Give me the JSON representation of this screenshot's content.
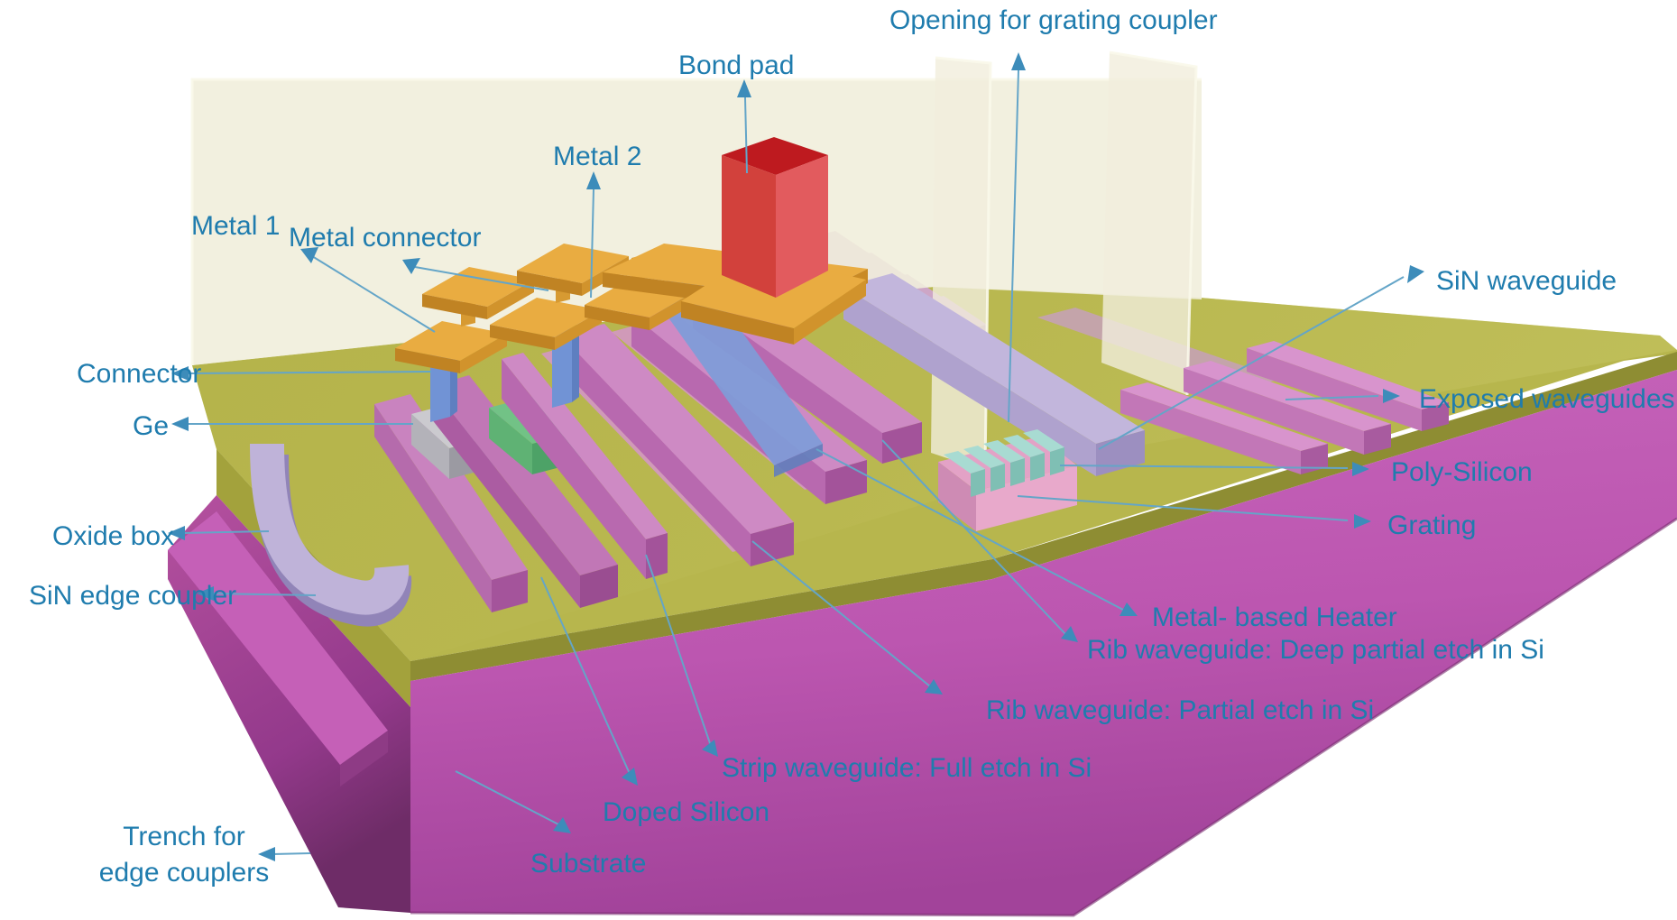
{
  "labels": {
    "opening_for_grating_coupler": "Opening for grating coupler",
    "bond_pad": "Bond pad",
    "metal_2": "Metal 2",
    "metal_connector": "Metal connector",
    "metal_1": "Metal 1",
    "connector": "Connector",
    "ge": "Ge",
    "oxide_box": "Oxide box",
    "sin_edge_coupler": "SiN edge coupler",
    "trench_line1": "Trench for",
    "trench_line2": "edge couplers",
    "substrate": "Substrate",
    "doped_silicon": "Doped Silicon",
    "strip_waveguide": "Strip waveguide: Full etch in Si",
    "rib_waveguide_partial": "Rib waveguide: Partial etch in Si",
    "rib_waveguide_deep": "Rib waveguide: Deep partial etch in Si",
    "metal_based_heater": "Metal- based Heater",
    "grating": "Grating",
    "poly_silicon": "Poly-Silicon",
    "exposed_waveguides": "Exposed waveguides",
    "sin_waveguide": "SiN waveguide"
  },
  "colors": {
    "label_text": "#1F7CAE",
    "arrow": "#3D8CBA",
    "leader_line": "#64A5C8",
    "substrate_top": "#C766BB",
    "substrate_dark": "#9C4090",
    "oxide_box_top": "#B7B64D",
    "oxide_box_side": "#8E8D33",
    "cladding": "#F1EEDC",
    "waveguide_pink": "#CE8AC4",
    "sin_lavender": "#C2B6DC",
    "metal_orange": "#E9AC41",
    "bond_pad_red": "#BE1A1F",
    "via_blue": "#7193D5",
    "heater_blue": "#7E9CD8",
    "ge_gray": "#CBCACF",
    "contact_green": "#72C286",
    "poly_silicon_teal": "#A8DBD2",
    "grating_pink": "#E8A9CB"
  }
}
